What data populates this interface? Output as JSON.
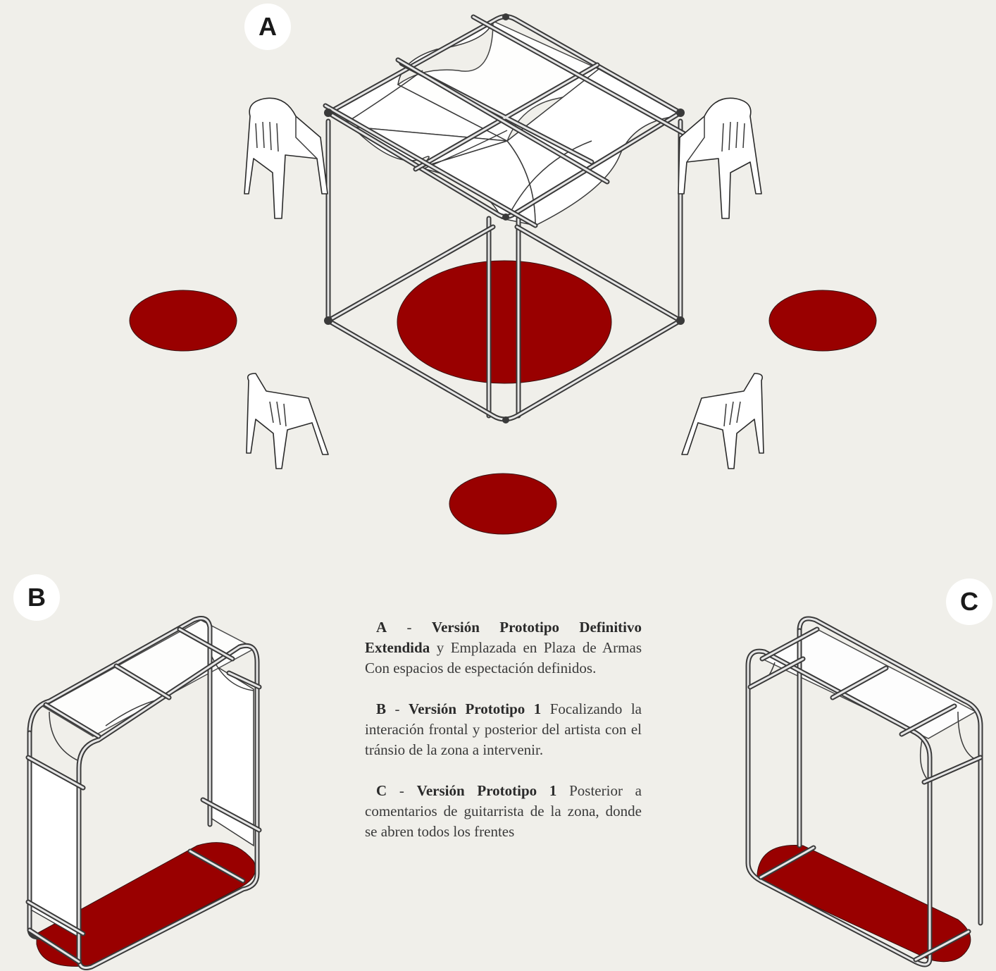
{
  "colors": {
    "background": "#f0efea",
    "accent_red": "#990000",
    "frame": "#3a3a3a",
    "cloth": "#ffffff"
  },
  "badges": {
    "a": "A",
    "b": "B",
    "c": "C"
  },
  "captions": {
    "a": {
      "letter": "A",
      "sep": " - ",
      "bold": "Versión Prototipo Definitivo Extendida",
      "rest": " y Emplazada en Plaza de Armas Con espacios de espectación definidos."
    },
    "b": {
      "letter": "B",
      "sep": " - ",
      "bold": "Versión Prototipo 1",
      "rest": " Focalizando la interación frontal y posterior del artista con el tránsio de la zona a intervenir."
    },
    "c": {
      "letter": "C",
      "sep": " - ",
      "bold": "Versión Prototipo 1",
      "rest": " Posterior a comentarios de guitarrista de la zona, donde se abren todos los frentes"
    }
  },
  "icons": [
    "plastic-chair-icon",
    "pipe-frame-structure",
    "red-circle-marker"
  ]
}
